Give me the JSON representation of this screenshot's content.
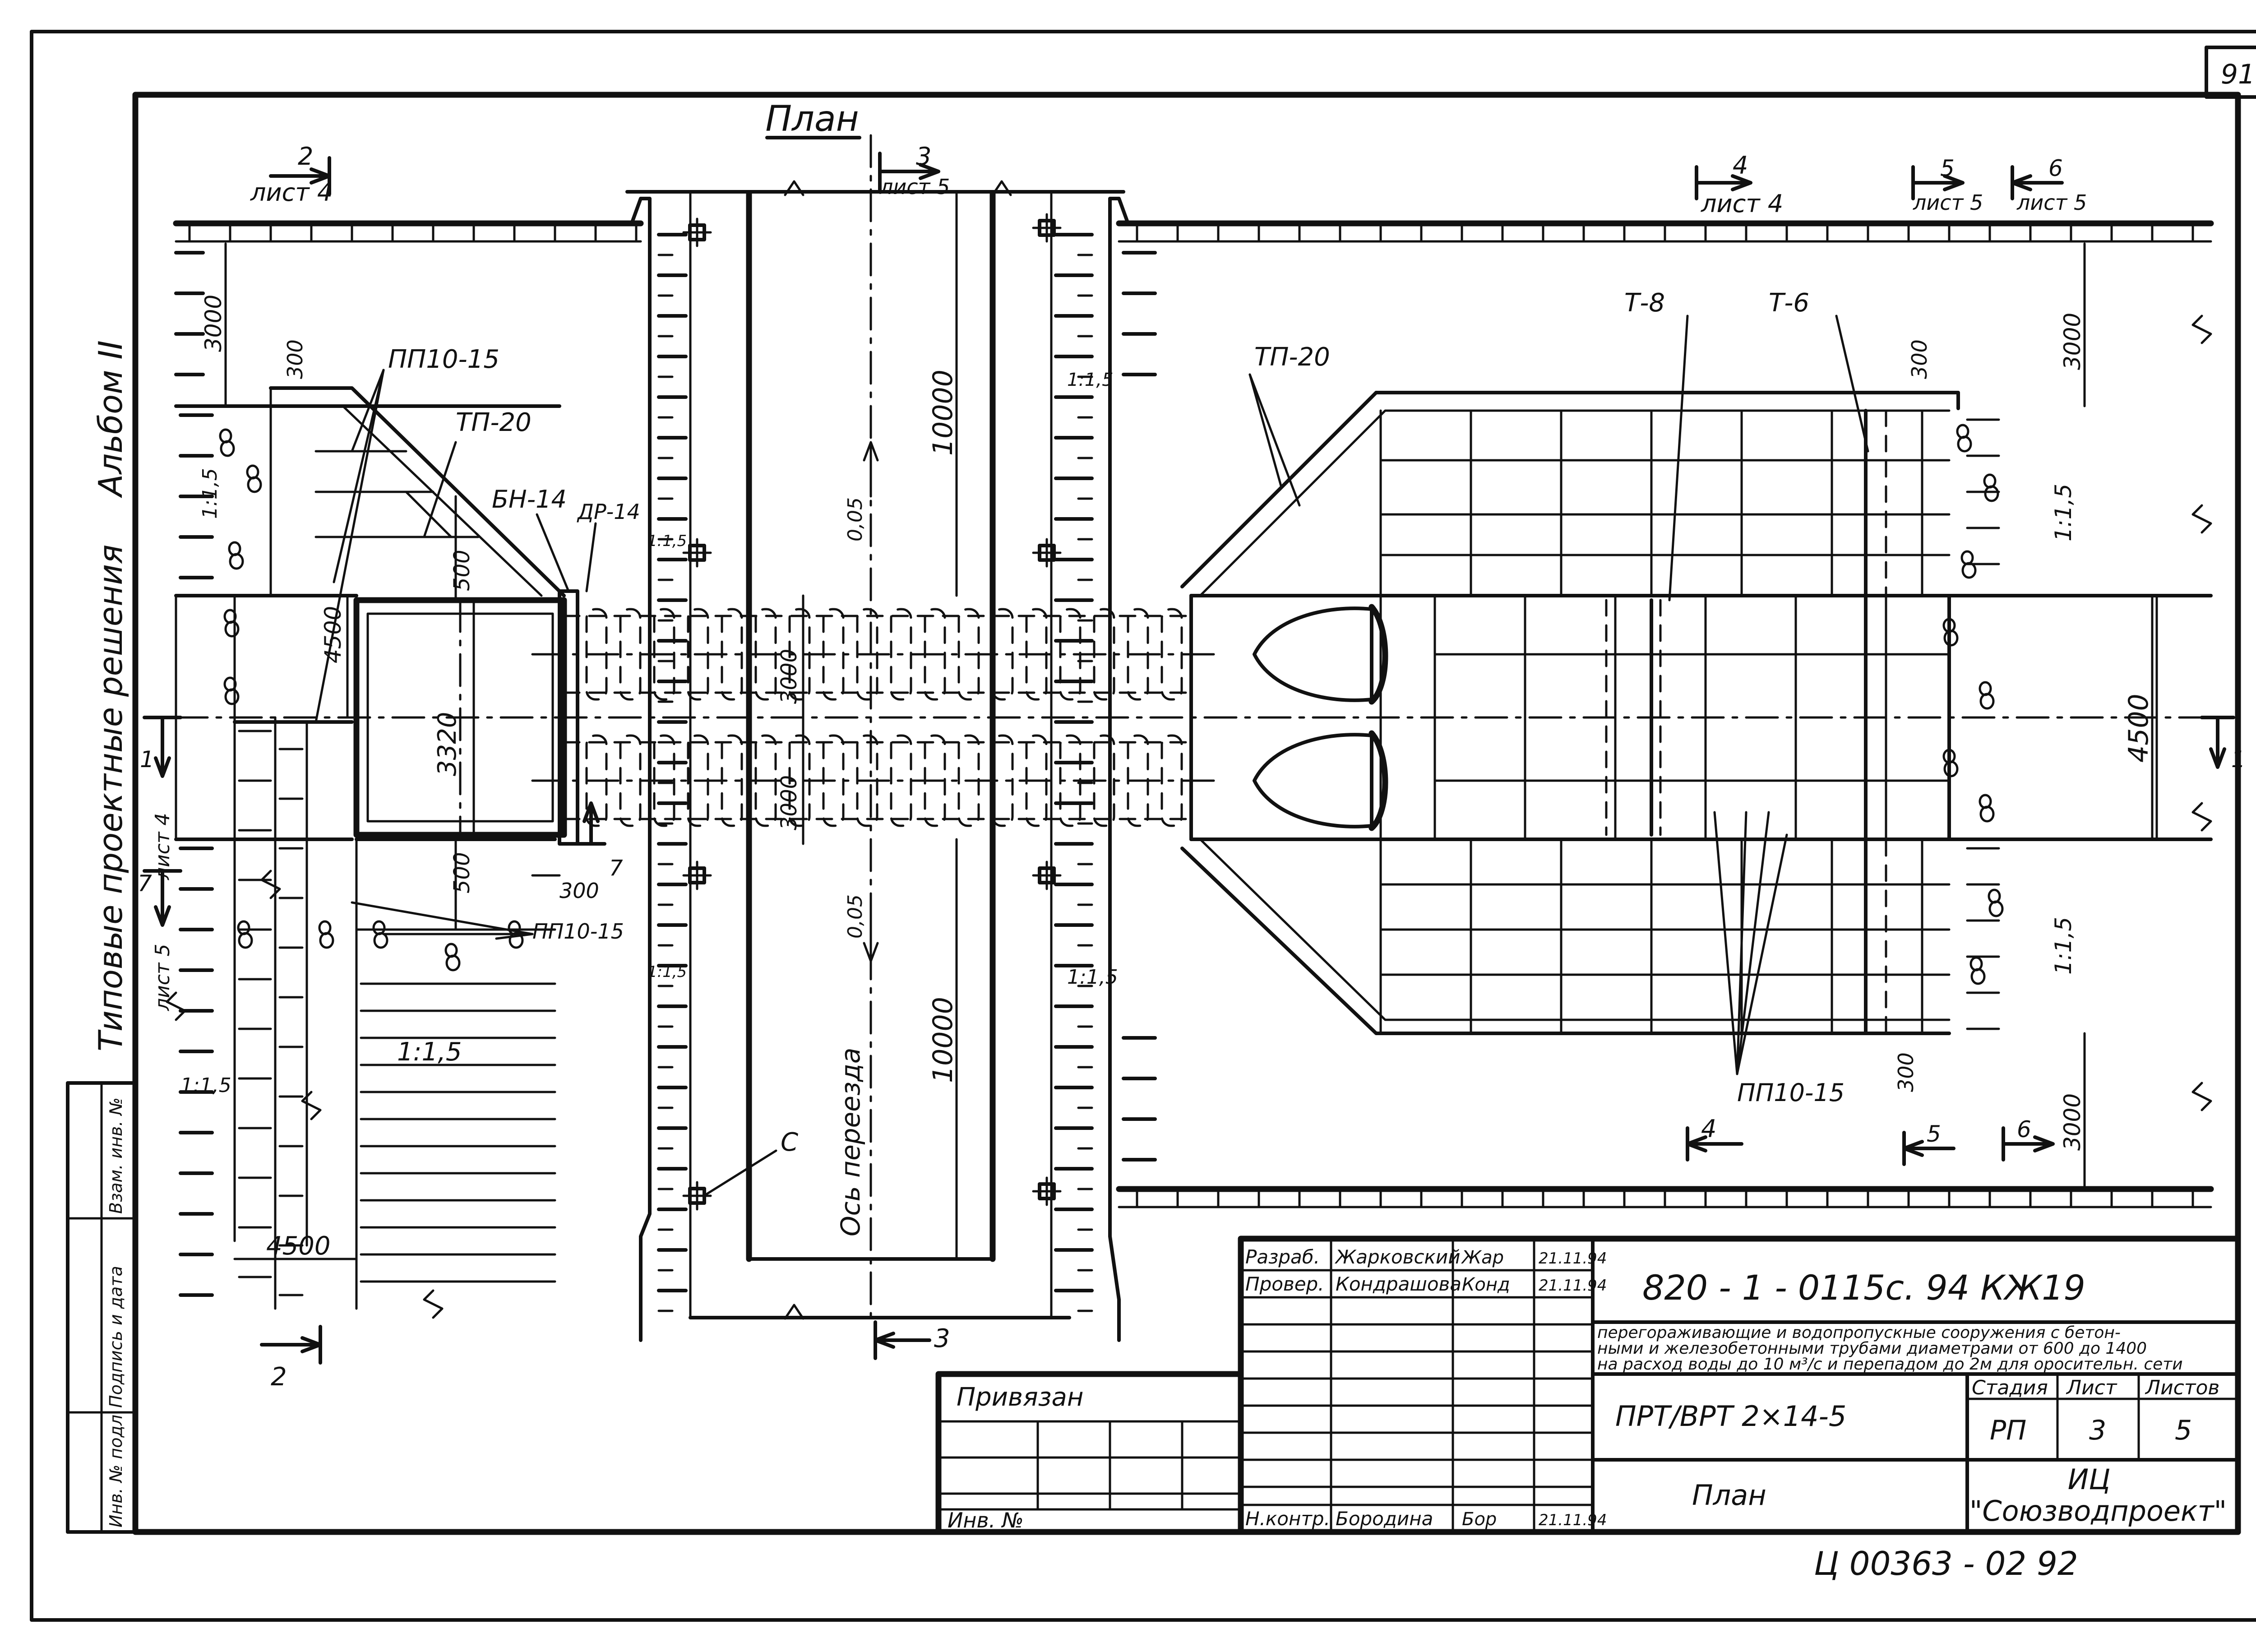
{
  "sheet_number": "91",
  "plan_title": "План",
  "side_labels": {
    "series": "Типовые проектные решения",
    "album": "Альбом II"
  },
  "sections": [
    {
      "num": "2",
      "sheet": "лист 4"
    },
    {
      "num": "3",
      "sheet": "лист 5"
    },
    {
      "num": "4",
      "sheet": "лист 4"
    },
    {
      "num": "5",
      "sheet": "лист 5"
    },
    {
      "num": "6",
      "sheet": "лист 5"
    },
    {
      "num": "1",
      "sheet": "лист 4"
    },
    {
      "num": "7",
      "sheet": "лист 5"
    }
  ],
  "section_marks_bottom": {
    "s2": "2",
    "s3": "3",
    "s4": "4",
    "s5": "5",
    "s6": "6",
    "s7": "7",
    "s1": "1"
  },
  "element_labels": {
    "pp": "ПП10-15",
    "tp": "ТП-20",
    "bn": "БН-14",
    "dr": "ДР-14",
    "t8": "Т-8",
    "t6": "Т-6",
    "c": "С",
    "axis": "Ось переезда"
  },
  "dimensions": {
    "d3000": "3000",
    "d300": "300",
    "d4500": "4500",
    "d500": "500",
    "d3320": "3320",
    "d10000": "10000",
    "slope15": "1:1,5",
    "slope_c": "1:1,5",
    "grade": "0,05"
  },
  "left_strip": {
    "inv_podl": "Инв. № подл.",
    "sign_date": "Подпись и дата",
    "vzam": "Взам. инв. №"
  },
  "title_block": {
    "code": "820 - 1 - 0115с. 94  КЖ19",
    "description_line1": "перегораживающие и водопропускные сооружения с бетон-",
    "description_line2": "ными и железобетонными трубами диаметрами от 600 до 1400",
    "description_line3": "на расход воды до 10 м³/с и перепадом до 2м для оросительн. сети",
    "object": "ПРТ/ВРТ 2×14-5",
    "sheet_name": "План",
    "stage_hdr": "Стадия",
    "sheet_hdr": "Лист",
    "sheets_hdr": "Листов",
    "stage": "РП",
    "sheet": "3",
    "sheets": "5",
    "org_line1": "ИЦ",
    "org_line2": "\"Союзводпроект\"",
    "privyazan": "Привязан",
    "inv_no": "Инв. №",
    "signers": [
      {
        "role": "Разраб.",
        "name": "Жарковский",
        "sig": "Жар",
        "date": "21.11.94"
      },
      {
        "role": "Провер.",
        "name": "Кондрашова",
        "sig": "Конд",
        "date": "21.11.94"
      },
      {
        "role": "Н.контр.",
        "name": "Бородина",
        "sig": "Бор",
        "date": "21.11.94"
      }
    ]
  },
  "archive_number": "Ц 00363 - 02   92"
}
